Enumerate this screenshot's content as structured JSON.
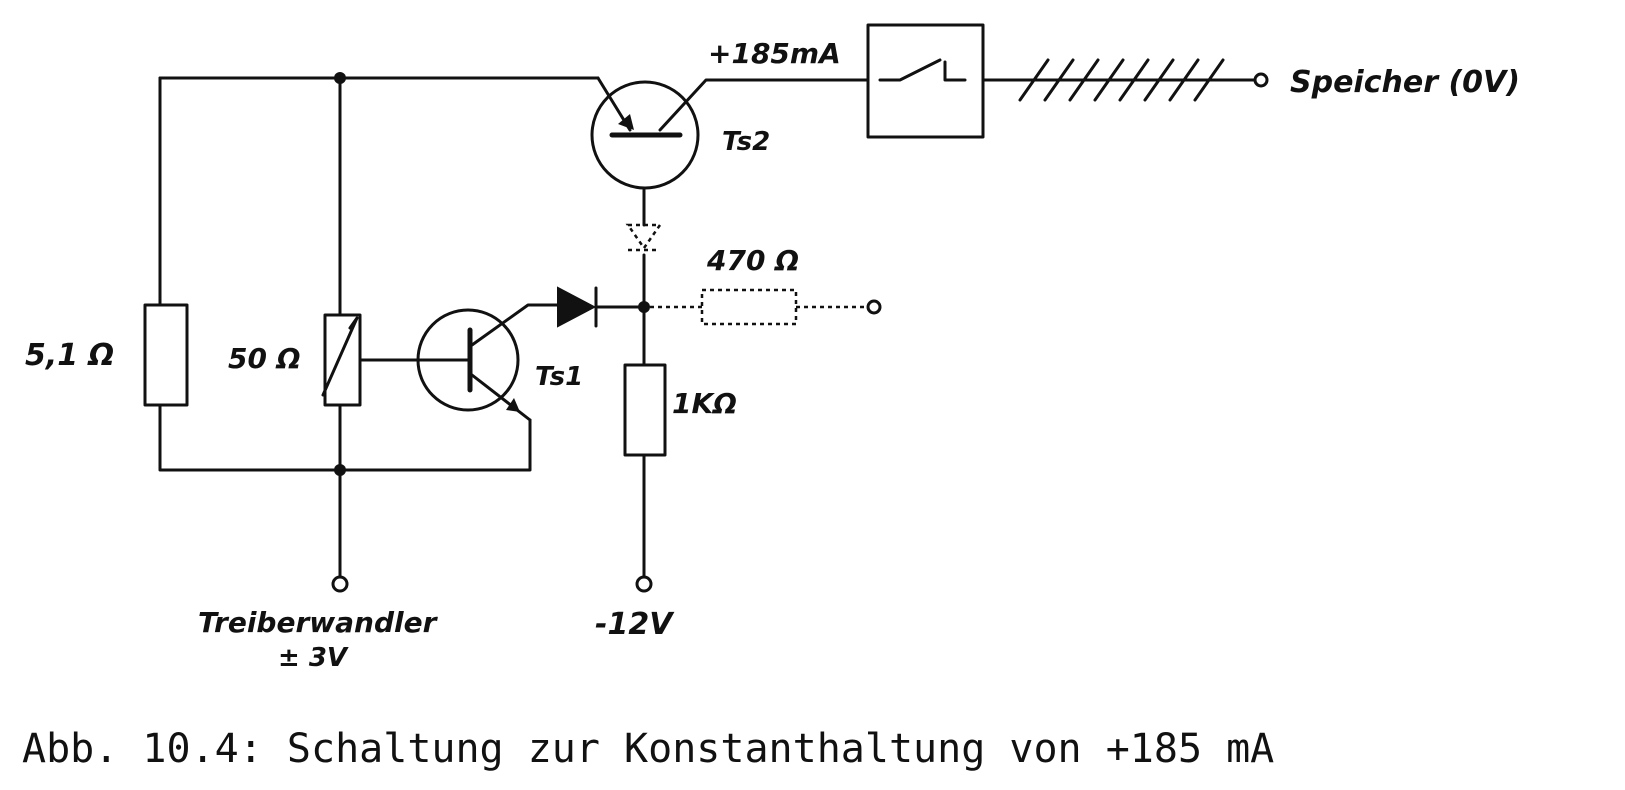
{
  "labels": {
    "current": "+185mA",
    "ts2": "Ts2",
    "ts1": "Ts1",
    "speicher": "Speicher (0V)",
    "r470": "470 Ω",
    "r51": "5,1 Ω",
    "r50": "50 Ω",
    "r1k": "1KΩ",
    "treiber": "Treiberwandler",
    "pm3v": "± 3V",
    "minus12": "-12V"
  },
  "caption": "Abb. 10.4: Schaltung zur Konstanthaltung von +185 mA"
}
